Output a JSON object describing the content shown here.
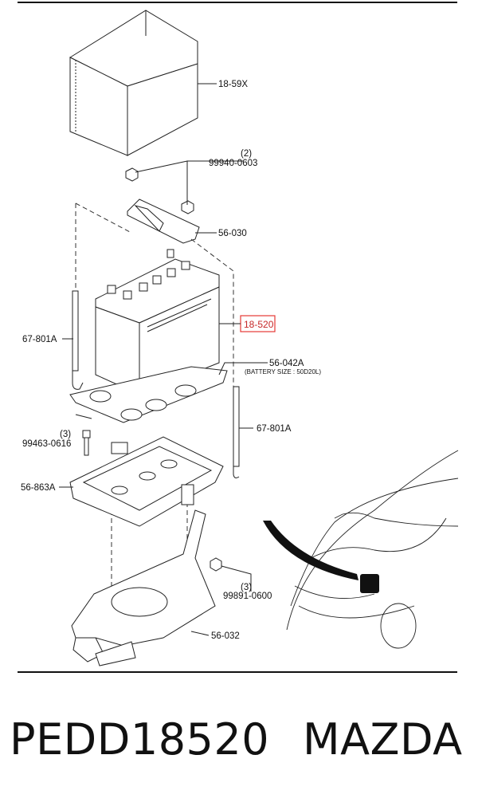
{
  "diagram": {
    "callouts": {
      "battery_cover": "18-59X",
      "nut_qty": "(2)",
      "nut": "99940-0603",
      "clamp": "56-030",
      "battery": "18-520",
      "rod_left": "67-801A",
      "tray_pad": "56-042A",
      "battery_size": "(BATTERY SIZE : 50D20L)",
      "rod_right": "67-801A",
      "bolt_qty": "(3)",
      "bolt": "99463-0616",
      "tray": "56-863A",
      "nut2_qty": "(3)",
      "nut2": "99891-0600",
      "bracket": "56-032"
    },
    "highlight_color": "#e53935"
  },
  "footer": {
    "part_number": "PEDD18520",
    "brand": "MAZDA"
  }
}
